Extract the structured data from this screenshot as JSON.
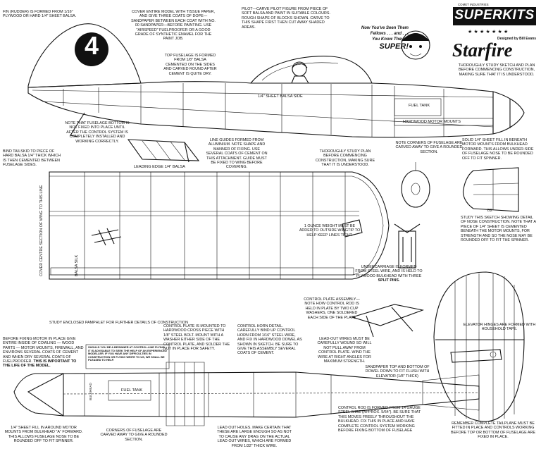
{
  "brand": {
    "publisher_small": "COMET INDUSTRIES",
    "name": "SUPERKITS",
    "designer": "Designed by Bill Evans",
    "model": "Starfire",
    "race_number": "4"
  },
  "pilot_promo": {
    "line1": "Now You've Seen Them",
    "line2": "Fellows . . . and . . .",
    "line3": "You Know They're",
    "line4": "SUPER!"
  },
  "notes": {
    "fin": "FIN (RUDDER) IS FORMED FROM 1/16\" PLYWOOD OR HARD 1/4\" SHEET BALSA.",
    "cover": "COVER ENTIRE MODEL WITH TISSUE PAPER, AND GIVE THREE COATS OF DOPE—SANDPAPER BETWEEN EACH COAT WITH No. 00 SANDPAPER—BEFORE PAINTING. USE \"AIRSPEED\" FUELPROOFER OR A GOOD GRADE OF SYNTHETIC ENAMEL FOR THE PAINT JOB.",
    "pilot": "PILOT—CARVE PILOT FIGURE FROM PIECE OF SOFT BALSA AND PAINT IN SUITABLE COLOURS. ROUGH SHAPE OF BLOCKS SHOWN. CARVE TO THIS SHAPE FIRST THEN CUT AWAY SHADED AREAS.",
    "top_fuselage": "TOP FUSELAGE IS FORMED FROM 1/8\" BALSA CEMENTED ON THE SIDES AND CARVED ROUND AFTER CEMENT IS QUITE DRY.",
    "study_sketch": "THOROUGHLY STUDY SKETCH AND PLAN BEFORE COMMENCING CONSTRUCTION, MAKING SURE THAT IT IS UNDERSTOOD.",
    "solid_fill": "SOLID 1/4\" SHEET FILL IN BENEATH MOTOR MOUNTS FROM BULKHEAD FORWARD. THIS ALLOWS UNDER-SIDE OF FUSELAGE NOSE TO BE ROUNDED OFF TO FIT SPINNER.",
    "fuselage_bottom": "NOTE THAT FUSELAGE BOTTOM IS NOT FIXED INTO PLACE UNTIL AFTER THE CONTROL SYSTEM IS COMPLETELY INSTALLED AND WORKING CORRECTLY.",
    "line_guides": "LINE GUIDES FORMED FROM ALUMINIUM. NOTE SHAPE AND MANNER OF FIXING. USE SEVERAL COATS OF CEMENT ON THIS ATTACHMENT. GUIDE MUST BE FIXED TO WING BEFORE COVERING.",
    "study_plan": "THOROUGHLY STUDY PLAN BEFORE COMMENCING CONSTRUCTION, MAKING SURE THAT IT IS UNDERSTOOD.",
    "corners_top": "NOTE CORNERS OF FUSELAGE ARE CARVED AWAY TO GIVE A ROUNDED SECTION.",
    "tailskid": "BIND TAILSKID TO PIECE OF HARD BALSA 1/4\" THICK WHICH IS THEN CEMENTED BETWEEN FUSELAGE SIDES.",
    "wingtip_weight": "1 OUNCE WEIGHT MUST BE ADDED TO OUTSIDE WINGTIP TO HELP KEEP LINES TIGHT.",
    "nose_sketch": "STUDY THIS SKETCH SHOWING DETAIL OF NOSE CONSTRUCTION. NOTE THAT A PIECE OF 1/4\" SHEET IS CEMENTED BENEATH THE MOTOR MOUNTS, FOR STRENGTH AND SO THE NOSE MAY BE ROUNDED OFF TO FIT THE SPINNER.",
    "undercarriage": "UNDERCARRIAGE IS FORMED FROM STEEL WIRE, AND IS HELD TO PLYWOOD BULKHEAD WITH THREE",
    "split_pins": "SPLIT PINS.",
    "control_plate_assembly": "CONTROL PLATE ASSEMBLY—NOTE HOW CONTROL ROD IS HELD IN PLATE BY TWO CUP WASHERS, ONE SOLDERED EACH SIDE OF THE PLATE",
    "pamphlet": "STUDY ENCLOSED PAMPHLET FOR FURTHER DETAILS OF CONSTRUCTION",
    "control_plate": "CONTROL PLATE IS MOUNTED TO HARDWOOD CROSS PIECE WITH 1/8\" STEEL BOLT. MOUNT WITH A WASHER EITHER SIDE OF THE CONTROL PLATE, AND SOLDER THE NUT IN PLACE FOR SAFETY.",
    "horn_detail": "CONTROL HORN DETAIL. CAREFULLY BIND UP CONTROL HORN FROM 1/16\" STEEL WIRE, AND FIX IN HARDWOOD DOWEL AS SHOWN IN SKETCH. BE SURE TO GIVE THIS ASSEMBLY SEVERAL COATS OF CEMENT.",
    "lead_out": "LEAD-OUT WIRES MUST BE CAREFULLY WOUND SO WILL NOT PULL AWAY FROM CONTROL PLATE. WIND THE WIRE AT RIGHT ANGLES FOR MAXIMUM STRENGTH.",
    "elevator_hinges": "ELEVATOR HINGES ARE FORMED WITH HOUSEHOLD TAPE.",
    "before_fixing": "BEFORE FIXING MOTOR IN PLACE GIVE ENTIRE INSIDE OF COWLING — WOOD PARTS — MOTOR MOUNTS, FIREWALL, AND ENVIRONS SEVERAL COATS OF CEMENT AND WHEN DRY SEVERAL COATS OF FUELPROOFER.",
    "before_fixing_bold": "THIS IS IMPORTANT TO THE LIFE OF THE MODEL.",
    "boxed": "SHOULD YOU BE A BEGINNER AT CONTROL-LINE FLYING IT IS ADVISABLE TO SEEK THE HELP OF AN EXPERIENCED MODELLER. IF YOU HAVE ANY DIFFICULTIES IN CONSTRUCTION OR FLYING WRITE TO US, WE SHALL BE PLEASED TO HELP.",
    "sandpaper_dowel": "SANDPAPER TOP AND BOTTOM OF DOWEL DOWN TO FIT FLUSH WITH ELEVATOR (1/8\" THICK)",
    "sheet_fill_bottom": "1/4\" SHEET FILL IN AROUND MOTOR MOUNTS FROM BULKHEAD \"A\" FORWARD. THIS ALLOWS FUSELAGE NOSE TO BE ROUNDED OFF TO FIT SPINNER.",
    "corners_bottom": "CORNERS OF FUSELAGE ARE CARVED AWAY TO GIVE A ROUNDED SECTION.",
    "lead_out_holes": "LEAD OUT HOLES. MAKE CERTAIN THAT THESE ARE LARGE ENOUGH SO AS NOT TO CAUSE ANY DRAG ON THE ACTUAL LEAD OUT WIRES, WHICH ARE FORMED FROM 1/32\" THICK WIRE.",
    "control_rod": "CONTROL ROD IS FORMED FROM 14 GAUGE STEEL WIRE (APPROX. 5/64\"). BE SURE THAT THIS MOVES FREELY THROUGHOUT THE BULKHEAD. FIX THIS IN PLACE AND HAVE COMPLETE CONTROL SYSTEM WORKING BEFORE FIXING BOTTOM OF FUSELAGE",
    "tailplane": "REMEMBER COMPLETE TAILPLANE MUST BE FITTED IN PLACE AND CONTROLS WORKING BEFORE TOP OR BOTTOM OF FUSELAGE ARE FIXED IN PLACE."
  },
  "labels": {
    "balsa_side": "1/4\" SHEET BALSA SIDE",
    "fuel_tank": "FUEL TANK",
    "hardwood_motor_mounts": "HARDWOOD MOTOR MOUNTS",
    "leading_edge": "LEADING EDGE 1/4\" BALSA",
    "fuel_tank_bottom": "FUEL TANK",
    "cover_centre": "COVER CENTRE SECTION OF WING TO THIS LINE",
    "balsa_silk": "BALSA SILK",
    "bulkhead": "BULKHEAD",
    "b2": "B2"
  }
}
